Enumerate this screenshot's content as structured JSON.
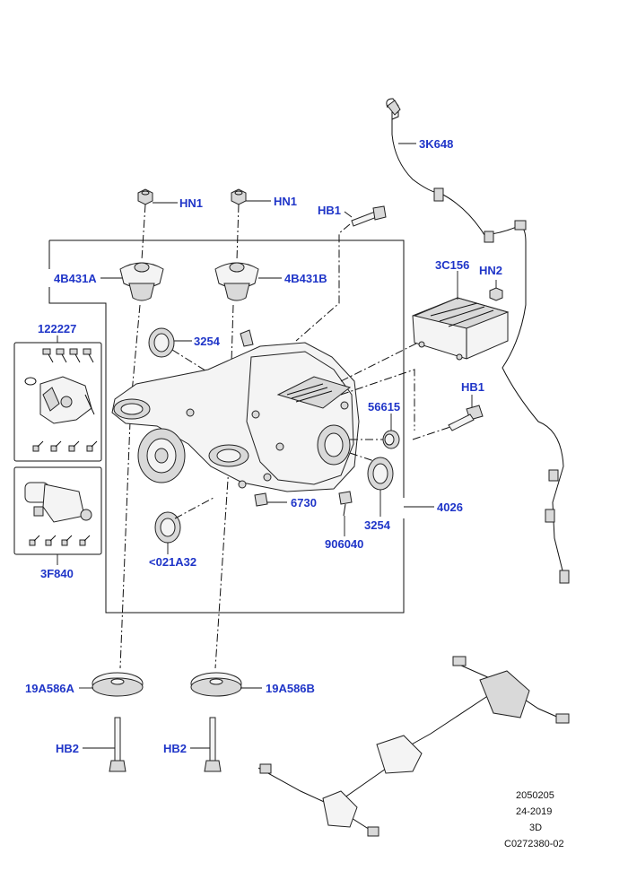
{
  "labels": {
    "3k648": "3K648",
    "hn1_left": "HN1",
    "hn1_right": "HN1",
    "hb1_top": "HB1",
    "l4b431a": "4B431A",
    "l4b431b": "4B431B",
    "l3c156": "3C156",
    "hn2": "HN2",
    "l122227": "122227",
    "l3254_top": "3254",
    "hb1_right": "HB1",
    "l56615": "56615",
    "l6730": "6730",
    "l4026": "4026",
    "l3254_bottom": "3254",
    "l906040": "906040",
    "l021a32": "<021A32",
    "l3f840": "3F840",
    "l19a586a": "19A586A",
    "l19a586b": "19A586B",
    "hb2_left": "HB2",
    "hb2_right": "HB2"
  },
  "footer": {
    "line1": "2050205",
    "line2": "24-2019",
    "line3": "3D",
    "line4": "C0272380-02"
  },
  "colors": {
    "label": "#1f35c8",
    "ink": "#111111"
  }
}
